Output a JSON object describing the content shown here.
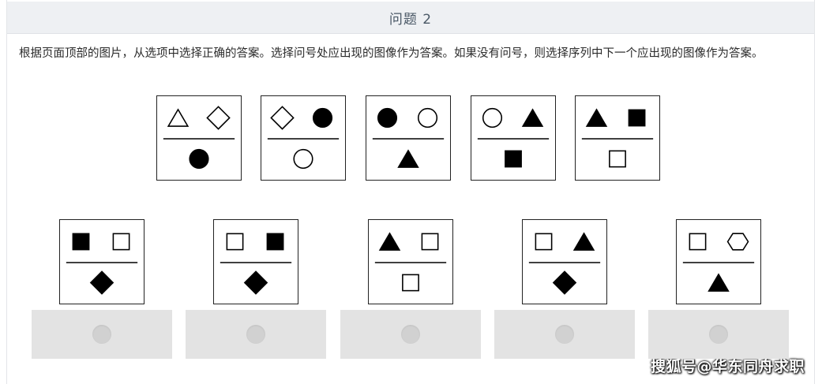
{
  "header": {
    "title": "问题 2"
  },
  "instructions": "根据页面顶部的图片，从选项中选择正确的答案。选择问号处应出现的图像作为答案。如果没有问号，则选择序列中下一个应出现的图像作为答案。",
  "sequence": [
    {
      "top_left": "triangle-outline",
      "top_right": "diamond-outline",
      "bottom": "circle-filled"
    },
    {
      "top_left": "diamond-outline",
      "top_right": "circle-filled",
      "bottom": "circle-outline"
    },
    {
      "top_left": "circle-filled",
      "top_right": "circle-outline",
      "bottom": "triangle-filled"
    },
    {
      "top_left": "circle-outline",
      "top_right": "triangle-filled",
      "bottom": "square-filled"
    },
    {
      "top_left": "triangle-filled",
      "top_right": "square-filled",
      "bottom": "square-outline"
    }
  ],
  "options": [
    {
      "top_left": "square-filled",
      "top_right": "square-outline",
      "bottom": "diamond-filled"
    },
    {
      "top_left": "square-outline",
      "top_right": "square-filled",
      "bottom": "diamond-filled"
    },
    {
      "top_left": "triangle-filled",
      "top_right": "square-outline",
      "bottom": "square-outline"
    },
    {
      "top_left": "square-outline",
      "top_right": "triangle-filled",
      "bottom": "diamond-filled"
    },
    {
      "top_left": "square-outline",
      "top_right": "hexagon-outline",
      "bottom": "triangle-filled"
    }
  ],
  "watermark": "搜狐号@华东同舟求职",
  "colors": {
    "header_bg": "#eef0f3",
    "header_text": "#4a5866",
    "radio_bg": "#e3e3e3",
    "radio_dot": "#d1d1d1",
    "shape": "#000000"
  }
}
